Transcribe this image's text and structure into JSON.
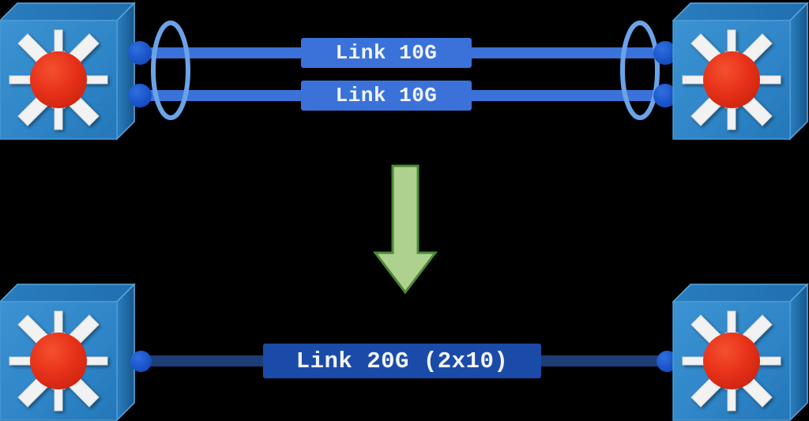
{
  "diagram": {
    "title": "Link Aggregation (LAG) before and after",
    "background_color": "#000000"
  },
  "colors": {
    "switch_front": "#2f86c8",
    "switch_top": "#1f6fb0",
    "switch_side": "#1c6098",
    "switch_core": "#e8321a",
    "arrow_white": "#f2f2f2",
    "link_blue": "#3b72d9",
    "link_navy": "#1c3d75",
    "label_blue": "#3b72d9",
    "label_navy": "#1b4ba8",
    "endpoint_dot": "#1a54c8",
    "bundle_ellipse": "#6ba3e8",
    "transform_arrow_fill": "#aed18f",
    "transform_arrow_stroke": "#4c8a36"
  },
  "before": {
    "section_name": "two-separate-10g-links",
    "left_switch": {
      "label": "switch-left-top",
      "icon": "network-switch-icon"
    },
    "right_switch": {
      "label": "switch-right-top",
      "icon": "network-switch-icon"
    },
    "bundle_indicator": {
      "icon": "lag-bundle-ellipse-icon",
      "count": 2
    },
    "links": [
      {
        "label": "Link 10G",
        "speed": "10G",
        "index": 1
      },
      {
        "label": "Link 10G",
        "speed": "10G",
        "index": 2
      }
    ]
  },
  "transform": {
    "icon": "down-arrow-icon",
    "direction": "down"
  },
  "after": {
    "section_name": "single-aggregated-20g-link",
    "left_switch": {
      "label": "switch-left-bottom",
      "icon": "network-switch-icon"
    },
    "right_switch": {
      "label": "switch-right-bottom",
      "icon": "network-switch-icon"
    },
    "links": [
      {
        "label": "Link 20G (2x10)",
        "speed": "20G",
        "members": "2x10",
        "index": 1
      }
    ]
  }
}
